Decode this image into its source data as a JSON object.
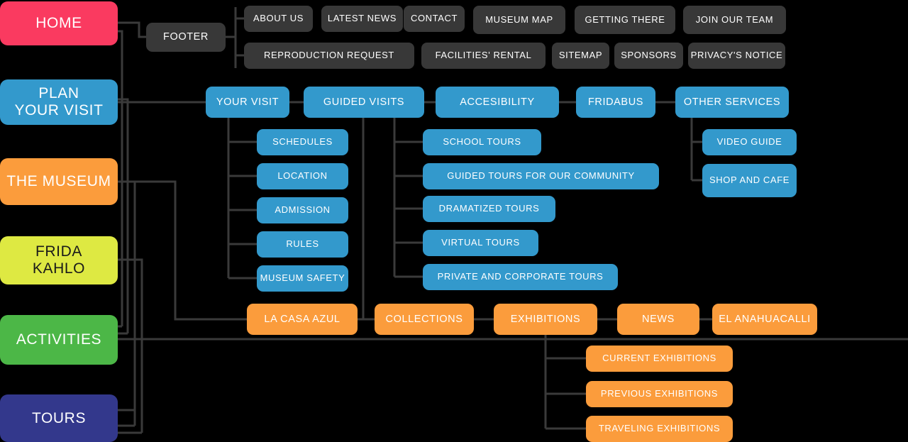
{
  "diagram": {
    "title": "Museum Website Sitemap",
    "background": "#000000",
    "connector_color": "#3a3a3a",
    "palette": {
      "home_pink": "#fa3a60",
      "plan_blue": "#3399cc",
      "museum_orange": "#fb9c3c",
      "frida_yellow": "#dee942",
      "activities_green": "#4cb747",
      "tours_navy": "#33388c",
      "footer_dark": "#383838"
    }
  },
  "rail": [
    {
      "label": "HOME",
      "color": "#fa3a60"
    },
    {
      "label": "PLAN\nYOUR VISIT",
      "color": "#3399cc"
    },
    {
      "label": "THE MUSEUM",
      "color": "#fb9c3c"
    },
    {
      "label": "FRIDA\nKAHLO",
      "color": "#dee942"
    },
    {
      "label": "ACTIVITIES",
      "color": "#4cb747"
    },
    {
      "label": "TOURS",
      "color": "#33388c"
    }
  ],
  "footer": {
    "label": "FOOTER",
    "row1": [
      "ABOUT US",
      "LATEST NEWS",
      "CONTACT",
      "MUSEUM MAP",
      "GETTING THERE",
      "JOIN OUR TEAM"
    ],
    "row2": [
      "REPRODUCTION REQUEST",
      "FACILITIES' RENTAL",
      "SITEMAP",
      "SPONSORS",
      "PRIVACY'S NOTICE"
    ]
  },
  "plan_row": [
    "YOUR VISIT",
    "GUIDED VISITS",
    "ACCESIBILITY",
    "FRIDABUS",
    "OTHER SERVICES"
  ],
  "your_visit_children": [
    "SCHEDULES",
    "LOCATION",
    "ADMISSION",
    "RULES",
    "MUSEUM SAFETY"
  ],
  "guided_visits_children": [
    "SCHOOL TOURS",
    "GUIDED TOURS FOR OUR COMMUNITY",
    "DRAMATIZED TOURS",
    "VIRTUAL TOURS",
    "PRIVATE AND CORPORATE TOURS"
  ],
  "other_services_children": [
    "VIDEO GUIDE",
    "SHOP AND CAFE"
  ],
  "museum_row": [
    "LA CASA AZUL",
    "COLLECTIONS",
    "EXHIBITIONS",
    "NEWS",
    "EL ANAHUACALLI"
  ],
  "exhibitions_children": [
    "CURRENT EXHIBITIONS",
    "PREVIOUS EXHIBITIONS",
    "TRAVELING EXHIBITIONS"
  ]
}
